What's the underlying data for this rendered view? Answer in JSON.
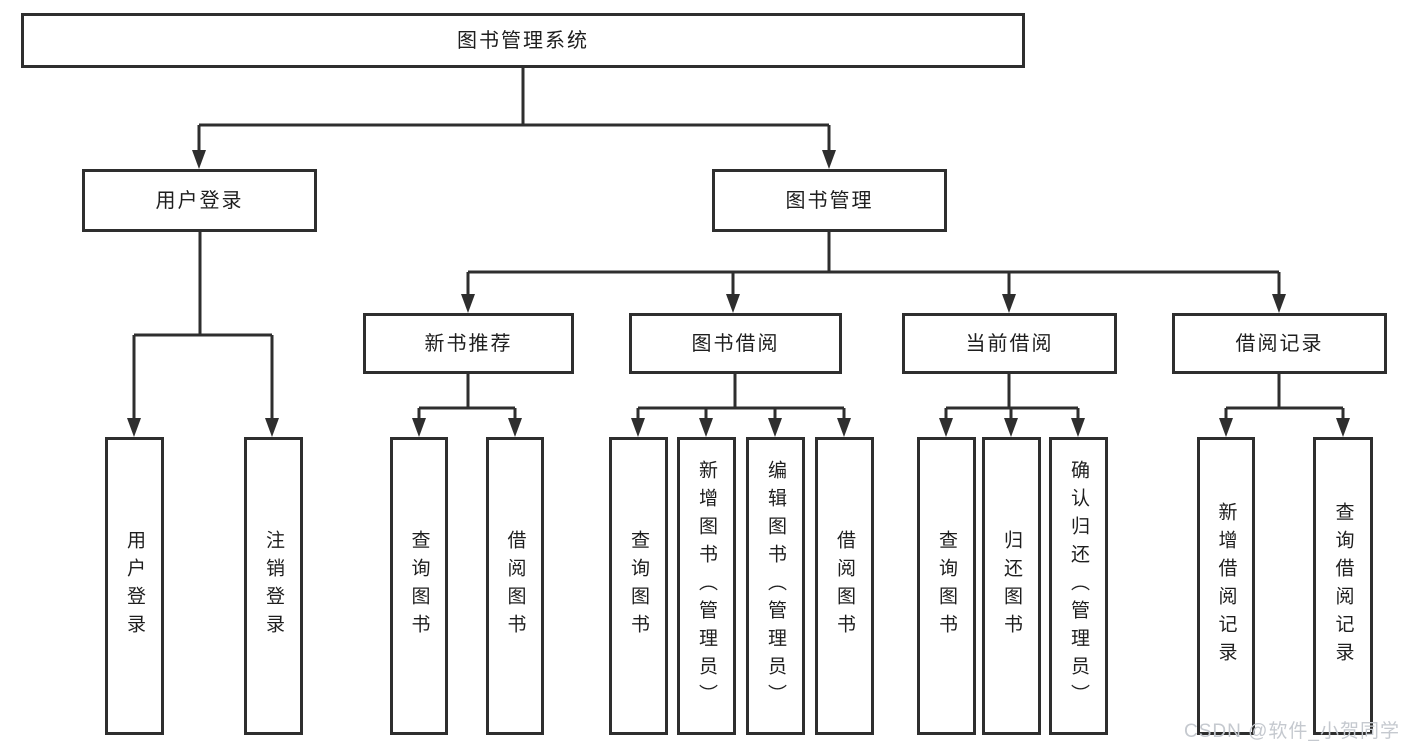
{
  "diagram": {
    "root": {
      "label": "图书管理系统"
    },
    "level2": [
      {
        "label": "用户登录"
      },
      {
        "label": "图书管理"
      }
    ],
    "level3": [
      {
        "label": "新书推荐"
      },
      {
        "label": "图书借阅"
      },
      {
        "label": "当前借阅"
      },
      {
        "label": "借阅记录"
      }
    ],
    "leaves": [
      {
        "label": "用户登录"
      },
      {
        "label": "注销登录"
      },
      {
        "label": "查询图书"
      },
      {
        "label": "借阅图书"
      },
      {
        "label": "查询图书"
      },
      {
        "label": "新增图书（管理员）"
      },
      {
        "label": "编辑图书（管理员）"
      },
      {
        "label": "借阅图书"
      },
      {
        "label": "查询图书"
      },
      {
        "label": "归还图书"
      },
      {
        "label": "确认归还（管理员）"
      },
      {
        "label": "新增借阅记录"
      },
      {
        "label": "查询借阅记录"
      }
    ]
  },
  "watermark": {
    "text": "CSDN @软件_小贺同学"
  },
  "colors": {
    "line": "#2e2e2e",
    "box_border": "#2e2e2e",
    "text": "#1e1e1e",
    "background": "#ffffff",
    "watermark": "#c5c9cf"
  }
}
